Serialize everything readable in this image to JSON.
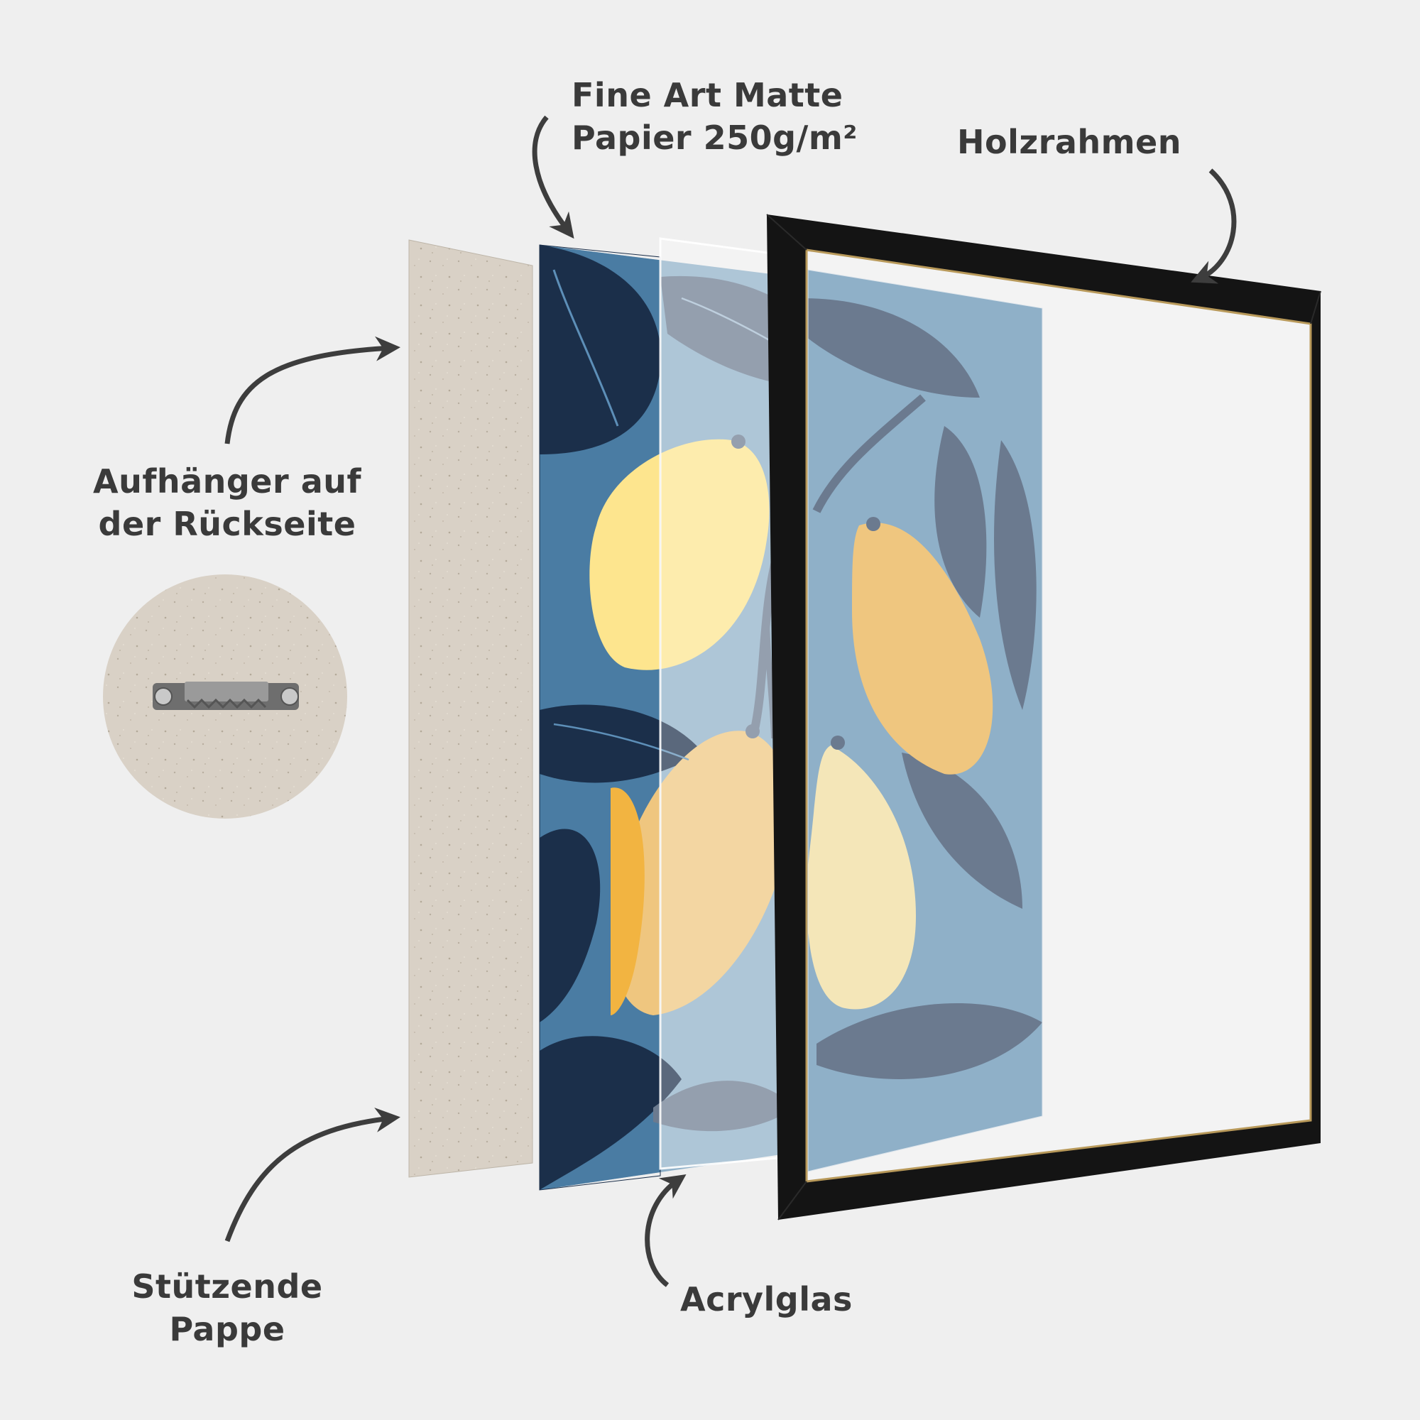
{
  "diagram": {
    "title": "Framed poster exploded view",
    "colors": {
      "background": "#efefef",
      "text": "#3a3a3a",
      "arrow": "#3d3d3d",
      "cardboard": "#d9d1c6",
      "art_dark_navy": "#1b2f4a",
      "art_mid_blue": "#4a7ca3",
      "art_light_blue": "#8fb0c8",
      "leaf_grey": "#6b7a8f",
      "lemon_pale": "#f4e6b8",
      "lemon_yellow": "#fde58e",
      "lemon_orange": "#efc67f",
      "lemon_deep": "#f2b441",
      "frame_black": "#141414",
      "frame_gold_edge": "#b8995a"
    },
    "labels": {
      "paper": {
        "line1": "Fine Art Matte",
        "line2": "Papier 250g/m²"
      },
      "frame": {
        "line1": "Holzrahmen"
      },
      "hanger": {
        "line1": "Aufhänger auf",
        "line2": "der Rückseite"
      },
      "backing": {
        "line1": "Stützende",
        "line2": "Pappe"
      },
      "glass": {
        "line1": "Acrylglas"
      }
    },
    "layers": [
      {
        "name": "Stützende Pappe",
        "role": "backing board"
      },
      {
        "name": "Fine Art Matte Papier 250g/m²",
        "role": "art print"
      },
      {
        "name": "Acrylglas",
        "role": "acrylic glass"
      },
      {
        "name": "Holzrahmen",
        "role": "wooden frame"
      }
    ],
    "inset": {
      "name": "Aufhänger auf der Rückseite",
      "item": "sawtooth hanger"
    }
  }
}
